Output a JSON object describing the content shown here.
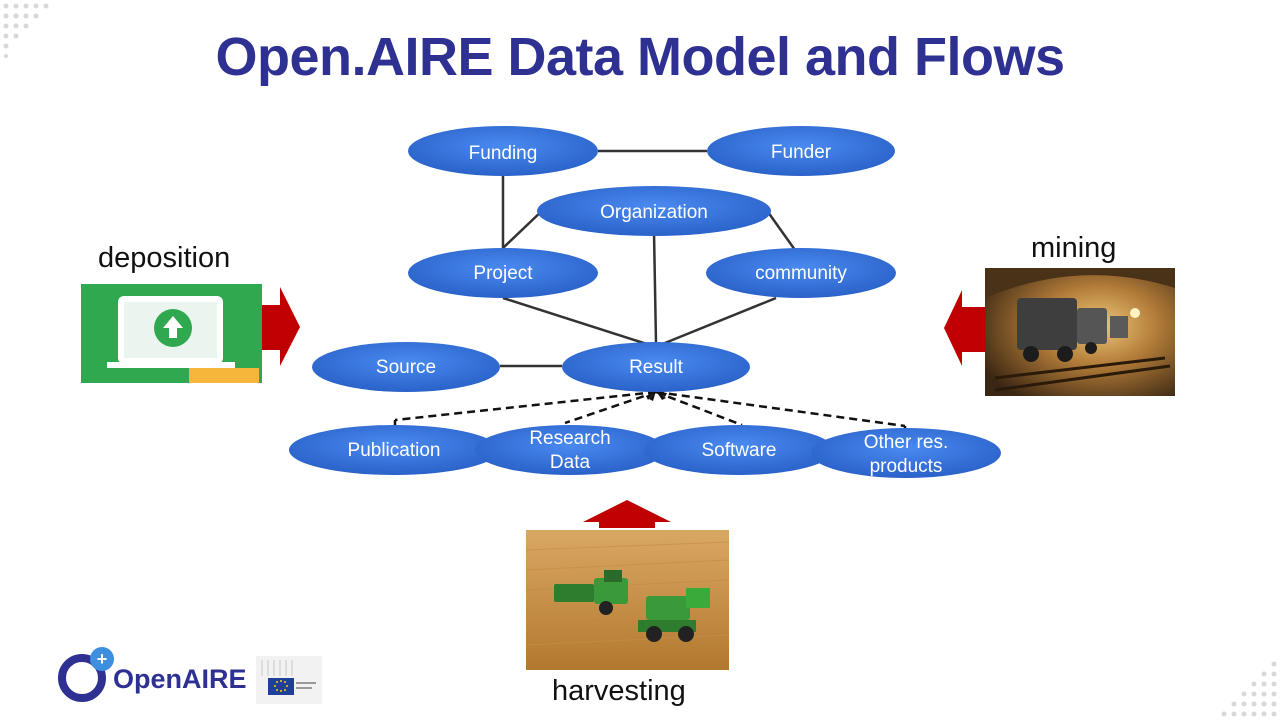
{
  "slide": {
    "title": "Open.AIRE Data Model and Flows"
  },
  "labels": {
    "deposition": "deposition",
    "mining": "mining",
    "harvesting": "harvesting"
  },
  "nodes": {
    "funding": "Funding",
    "funder": "Funder",
    "organization": "Organization",
    "project": "Project",
    "community": "community",
    "source": "Source",
    "result": "Result",
    "publication": "Publication",
    "research_data_line1": "Research",
    "research_data_line2": "Data",
    "software": "Software",
    "other_line1": "Other res.",
    "other_line2": "products"
  },
  "logo": {
    "brand": "OpenAIRE",
    "plus": "+"
  },
  "colors": {
    "title": "#2e3192",
    "node_fill": "#2f6fd6",
    "arrow": "#c00000",
    "deposition_bg": "#2fa84f"
  },
  "icons": [
    "upload-laptop-icon",
    "mine-cart-photo",
    "harvester-photo",
    "openaire-logo-icon",
    "eu-flag-icon"
  ]
}
